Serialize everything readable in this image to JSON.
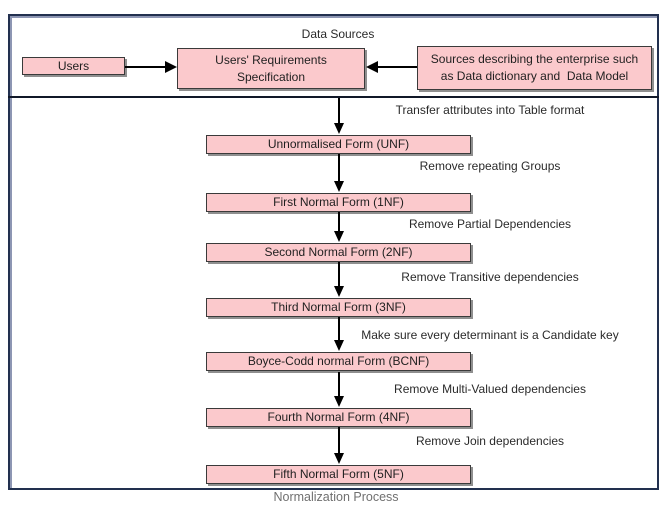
{
  "header": {
    "title": "Data Sources"
  },
  "top": {
    "users": "Users",
    "requirements": [
      "Users' Requirements",
      "Specification"
    ],
    "sources": [
      "Sources describing the enterprise such",
      "as Data dictionary and  Data Model"
    ]
  },
  "flow": {
    "steps": [
      {
        "id": "unf",
        "transition": "Transfer attributes into Table format",
        "box": "Unnormalised Form (UNF)"
      },
      {
        "id": "1nf",
        "transition": "Remove repeating Groups",
        "box": "First Normal Form (1NF)"
      },
      {
        "id": "2nf",
        "transition": "Remove Partial Dependencies",
        "box": "Second Normal Form (2NF)"
      },
      {
        "id": "3nf",
        "transition": "Remove Transitive dependencies",
        "box": "Third Normal Form (3NF)"
      },
      {
        "id": "bcnf",
        "transition": "Make sure every determinant is a Candidate key",
        "box": "Boyce-Codd normal Form (BCNF)"
      },
      {
        "id": "4nf",
        "transition": "Remove Multi-Valued dependencies",
        "box": "Fourth Normal Form (4NF)"
      },
      {
        "id": "5nf",
        "transition": "Remove Join dependencies",
        "box": "Fifth Normal Form (5NF)"
      }
    ]
  },
  "caption": "Normalization Process",
  "colors": {
    "box_fill": "#fbc9cc",
    "box_border": "#3a3a3a",
    "frame_border": "#22304f",
    "arrow": "#000000",
    "shadow": "#8f8f8f",
    "caption_text": "#707070"
  }
}
